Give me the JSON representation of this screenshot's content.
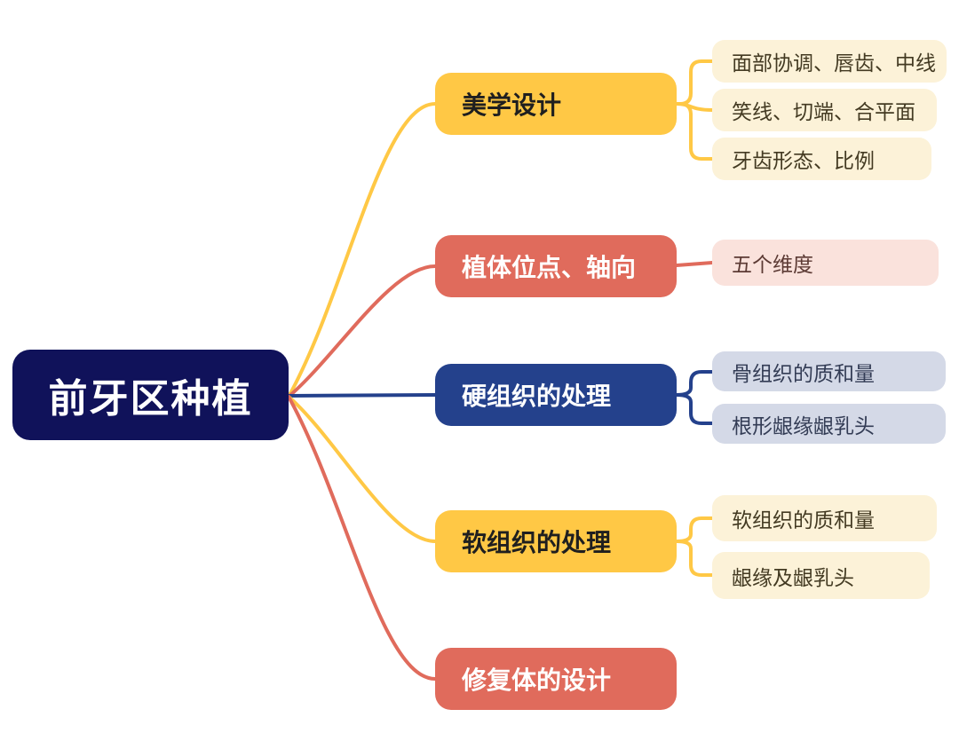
{
  "colors": {
    "background": "#FFFFFF",
    "root_bg": "#10125A",
    "yellow": "#FFC845",
    "red": "#E06B5C",
    "blue": "#24418C",
    "leaf_cream": "#FCF2D8",
    "leaf_pink": "#FAE2DC",
    "leaf_blue": "#D4D9E7",
    "root_text": "#FFFFFF",
    "branch_dark_text": "#1F1F1F",
    "branch_light_text": "#FFFFFF"
  },
  "root": {
    "label": "前牙区种植"
  },
  "branches": [
    {
      "label": "美学设计",
      "theme": "yellow",
      "leaves": [
        "面部协调、唇齿、中线",
        "笑线、切端、合平面",
        "牙齿形态、比例"
      ]
    },
    {
      "label": "植体位点、轴向",
      "theme": "red",
      "leaves": [
        "五个维度"
      ]
    },
    {
      "label": "硬组织的处理",
      "theme": "blue",
      "leaves": [
        "骨组织的质和量",
        "根形龈缘龈乳头"
      ]
    },
    {
      "label": "软组织的处理",
      "theme": "yellow",
      "leaves": [
        "软组织的质和量",
        "龈缘及龈乳头"
      ]
    },
    {
      "label": "修复体的设计",
      "theme": "red",
      "leaves": []
    }
  ]
}
